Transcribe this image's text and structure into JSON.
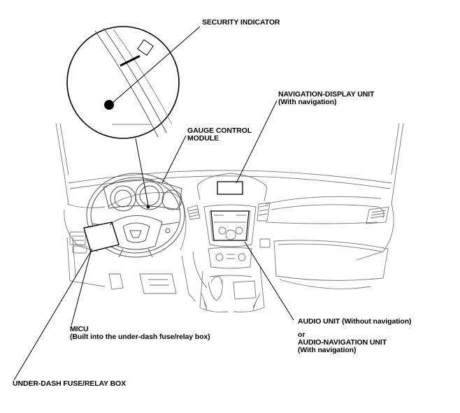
{
  "labels": {
    "security_indicator": "SECURITY INDICATOR",
    "nav_display_line1": "NAVIGATION-DISPLAY UNIT",
    "nav_display_line2": "(With navigation)",
    "gauge_line1": "GAUGE CONTROL",
    "gauge_line2": "MODULE",
    "micu_line1": "MICU",
    "micu_line2": "(Built into the under-dash fuse/relay box)",
    "audio_line1": "AUDIO UNIT (Without navigation)",
    "audio_or": "or",
    "audio_line3": "AUDIO-NAVIGATION UNIT",
    "audio_line4": "(With navigation)",
    "fuse_box": "UNDER-DASH FUSE/RELAY BOX"
  },
  "colors": {
    "outline": "#6e6e6e",
    "leader": "#000000",
    "background": "#ffffff"
  }
}
